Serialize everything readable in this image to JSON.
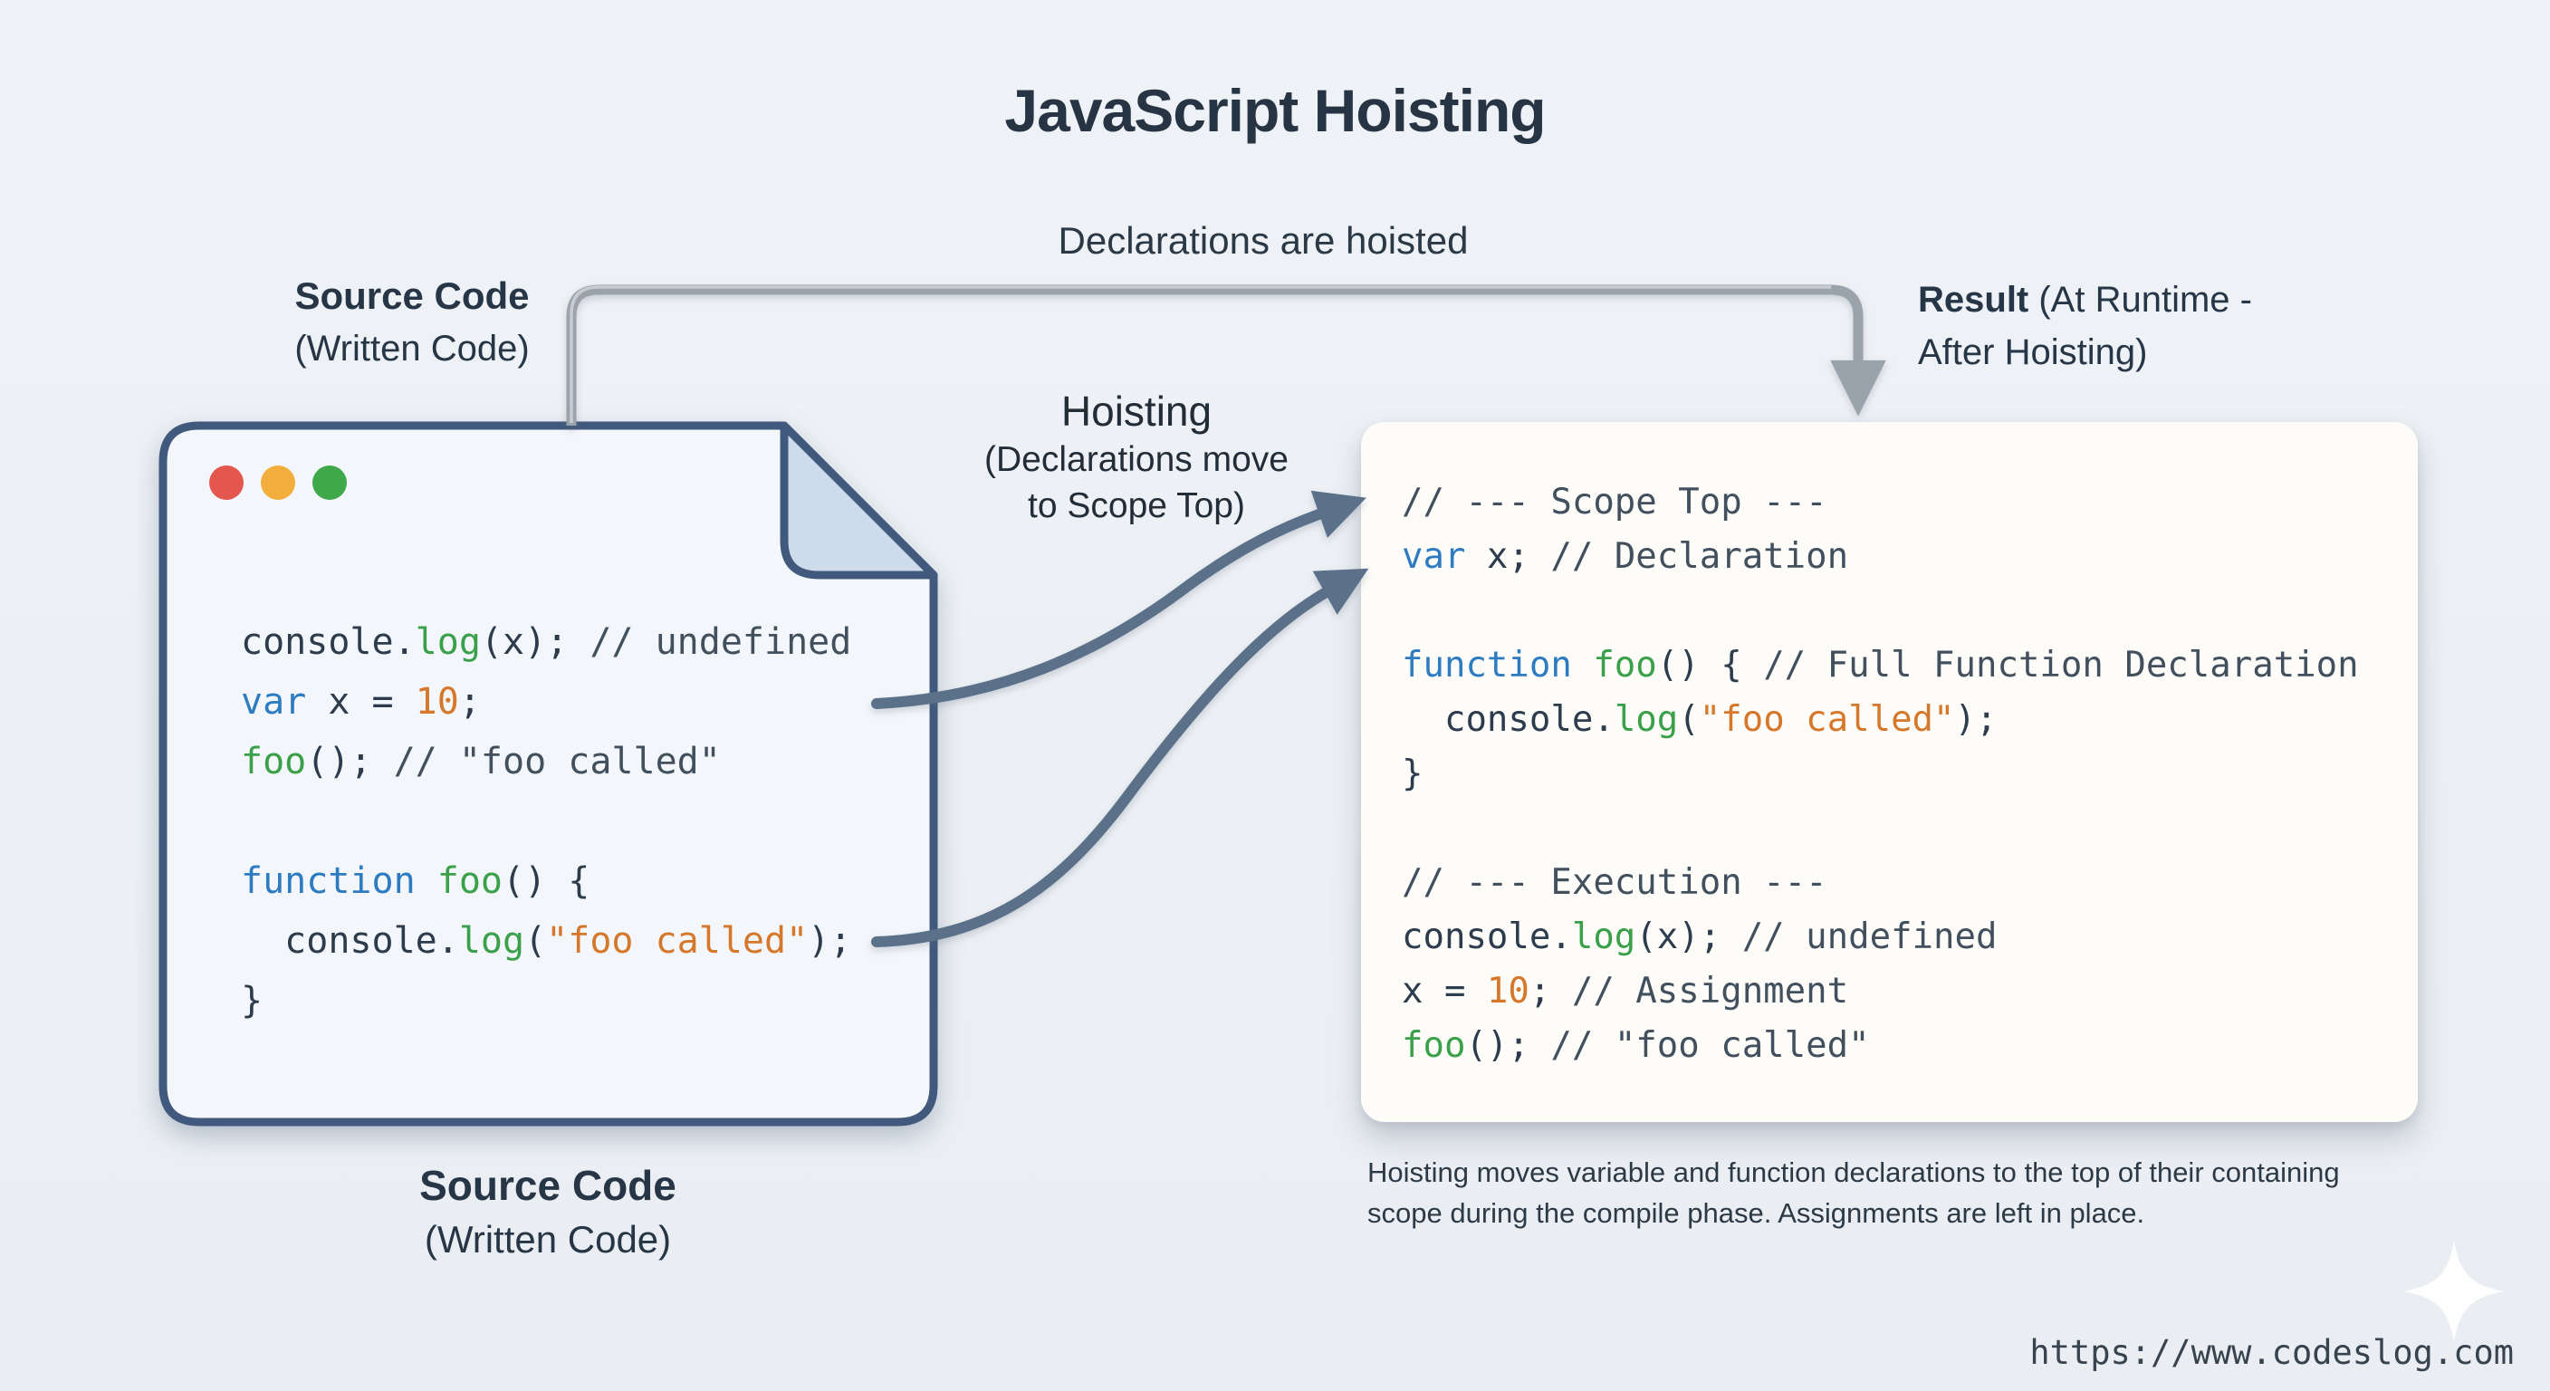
{
  "page": {
    "title": "JavaScript Hoisting",
    "background": "#edf0f4"
  },
  "colors": {
    "heading": "#263443",
    "keyword": "#2d7cc1",
    "function_name": "#3aa04a",
    "literal": "#d5782b",
    "code_text": "#2d3c4d",
    "comment": "#42505e",
    "window_border": "#41597c",
    "window_fill": "#f3f6fa",
    "fold_fill": "#cedbea",
    "panel_bg": "#fdfcf9",
    "flow_arrow_gray": "#9aa3ac",
    "hoist_arrow_slate": "#5b7189",
    "traffic_red": "#e4574e",
    "traffic_yellow": "#f3ad3d",
    "traffic_green": "#3ea84b"
  },
  "hoist_flow": {
    "label": "Declarations are hoisted"
  },
  "source_label_top": {
    "line1": "Source Code",
    "line2": "(Written Code)"
  },
  "result_label": {
    "bold": "Result",
    "rest": " (At Runtime -",
    "line2": "After Hoisting)"
  },
  "hoisting_label": {
    "line1": "Hoisting",
    "line2": "(Declarations move",
    "line3": "to Scope Top)"
  },
  "source_window": {
    "controls": [
      "close",
      "minimize",
      "maximize"
    ],
    "code": [
      [
        [
          "p",
          "console."
        ],
        [
          "f",
          "log"
        ],
        [
          "p",
          "(x); "
        ],
        [
          "c",
          "// undefined"
        ]
      ],
      [
        [
          "k",
          "var"
        ],
        [
          "p",
          " x = "
        ],
        [
          "s",
          "10"
        ],
        [
          "p",
          ";"
        ]
      ],
      [
        [
          "f",
          "foo"
        ],
        [
          "p",
          "(); "
        ],
        [
          "c",
          "// \"foo called\""
        ]
      ],
      [],
      [
        [
          "k",
          "function"
        ],
        [
          "p",
          " "
        ],
        [
          "f",
          "foo"
        ],
        [
          "p",
          "() {"
        ]
      ],
      [
        [
          "p",
          "  console."
        ],
        [
          "f",
          "log"
        ],
        [
          "p",
          "("
        ],
        [
          "s",
          "\"foo called\""
        ],
        [
          "p",
          ");"
        ]
      ],
      [
        [
          "p",
          "}"
        ]
      ]
    ]
  },
  "result_panel": {
    "code": [
      [
        [
          "c",
          "// --- Scope Top ---"
        ]
      ],
      [
        [
          "k",
          "var"
        ],
        [
          "p",
          " x; "
        ],
        [
          "c",
          "// Declaration"
        ]
      ],
      [],
      [
        [
          "k",
          "function"
        ],
        [
          "p",
          " "
        ],
        [
          "f",
          "foo"
        ],
        [
          "p",
          "() { "
        ],
        [
          "c",
          "// Full Function Declaration"
        ]
      ],
      [
        [
          "p",
          "  console."
        ],
        [
          "f",
          "log"
        ],
        [
          "p",
          "("
        ],
        [
          "s",
          "\"foo called\""
        ],
        [
          "p",
          ");"
        ]
      ],
      [
        [
          "p",
          "}"
        ]
      ],
      [],
      [
        [
          "c",
          "// --- Execution ---"
        ]
      ],
      [
        [
          "p",
          "console."
        ],
        [
          "f",
          "log"
        ],
        [
          "p",
          "(x); "
        ],
        [
          "c",
          "// undefined"
        ]
      ],
      [
        [
          "p",
          "x = "
        ],
        [
          "s",
          "10"
        ],
        [
          "p",
          "; "
        ],
        [
          "c",
          "// Assignment"
        ]
      ],
      [
        [
          "f",
          "foo"
        ],
        [
          "p",
          "(); "
        ],
        [
          "c",
          "// \"foo called\""
        ]
      ]
    ]
  },
  "source_label_bottom": {
    "line1": "Source Code",
    "line2": "(Written Code)"
  },
  "caption": {
    "line1": "Hoisting moves variable and function declarations to the top of their containing",
    "line2": "scope during the compile phase. Assignments are left in place."
  },
  "footer": {
    "url": "https://www.codeslog.com"
  }
}
